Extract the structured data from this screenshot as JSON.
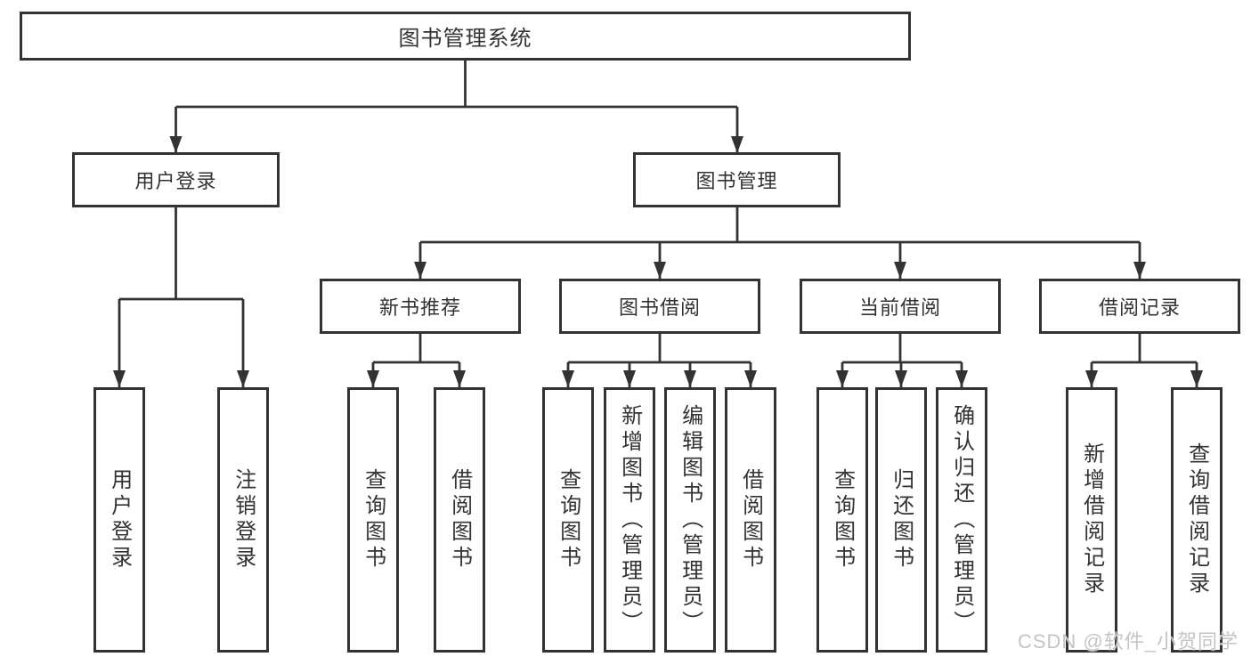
{
  "root": {
    "label": "图书管理系统"
  },
  "user_login": {
    "label": "用户登录",
    "leaves": [
      "用户登录",
      "注销登录"
    ]
  },
  "book_management": {
    "label": "图书管理",
    "groups": [
      {
        "label": "新书推荐",
        "leaves": [
          "查询图书",
          "借阅图书"
        ]
      },
      {
        "label": "图书借阅",
        "leaves": [
          "查询图书",
          "新增图书（管理员）",
          "编辑图书（管理员）",
          "借阅图书"
        ]
      },
      {
        "label": "当前借阅",
        "leaves": [
          "查询图书",
          "归还图书",
          "确认归还（管理员）"
        ]
      },
      {
        "label": "借阅记录",
        "leaves": [
          "新增借阅记录",
          "查询借阅记录"
        ]
      }
    ]
  },
  "watermark": "CSDN @软件_小贺同学",
  "colors": {
    "line": "#333333",
    "text": "#333333",
    "watermark": "#c4c4c4",
    "background": "#ffffff"
  }
}
